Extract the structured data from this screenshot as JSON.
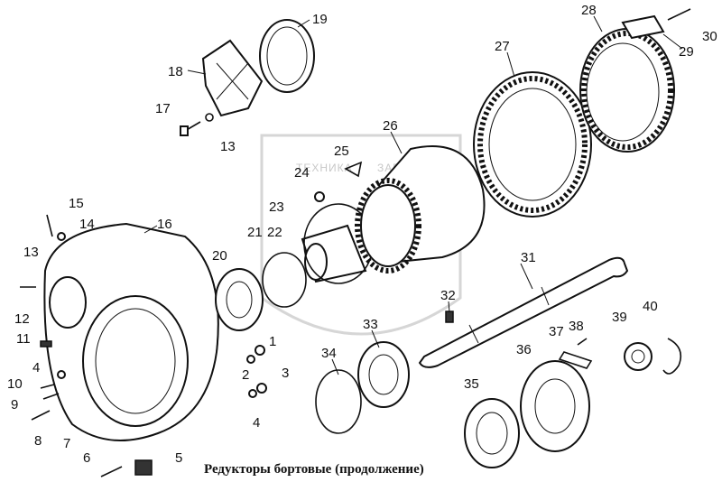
{
  "caption": "Редукторы бортовые (продолжение)",
  "watermark": {
    "text_left": "ТЕХНИКА",
    "text_right": "ЗАПЧАСТИ",
    "color": "#c8c8c8"
  },
  "labels": [
    {
      "id": "l1",
      "text": "1"
    },
    {
      "id": "l2",
      "text": "2"
    },
    {
      "id": "l3",
      "text": "3"
    },
    {
      "id": "l4a",
      "text": "4"
    },
    {
      "id": "l4b",
      "text": "4"
    },
    {
      "id": "l5",
      "text": "5"
    },
    {
      "id": "l6",
      "text": "6"
    },
    {
      "id": "l7",
      "text": "7"
    },
    {
      "id": "l8",
      "text": "8"
    },
    {
      "id": "l9",
      "text": "9"
    },
    {
      "id": "l10",
      "text": "10"
    },
    {
      "id": "l11",
      "text": "11"
    },
    {
      "id": "l12",
      "text": "12"
    },
    {
      "id": "l13a",
      "text": "13"
    },
    {
      "id": "l13b",
      "text": "13"
    },
    {
      "id": "l14",
      "text": "14"
    },
    {
      "id": "l15",
      "text": "15"
    },
    {
      "id": "l16",
      "text": "16"
    },
    {
      "id": "l17",
      "text": "17"
    },
    {
      "id": "l18",
      "text": "18"
    },
    {
      "id": "l19",
      "text": "19"
    },
    {
      "id": "l20",
      "text": "20"
    },
    {
      "id": "l21",
      "text": "21"
    },
    {
      "id": "l22",
      "text": "22"
    },
    {
      "id": "l23",
      "text": "23"
    },
    {
      "id": "l24",
      "text": "24"
    },
    {
      "id": "l25",
      "text": "25"
    },
    {
      "id": "l26",
      "text": "26"
    },
    {
      "id": "l27",
      "text": "27"
    },
    {
      "id": "l28",
      "text": "28"
    },
    {
      "id": "l29",
      "text": "29"
    },
    {
      "id": "l30",
      "text": "30"
    },
    {
      "id": "l31",
      "text": "31"
    },
    {
      "id": "l32",
      "text": "32"
    },
    {
      "id": "l33",
      "text": "33"
    },
    {
      "id": "l34",
      "text": "34"
    },
    {
      "id": "l35",
      "text": "35"
    },
    {
      "id": "l36",
      "text": "36"
    },
    {
      "id": "l37",
      "text": "37"
    },
    {
      "id": "l38",
      "text": "38"
    },
    {
      "id": "l39",
      "text": "39"
    },
    {
      "id": "l40",
      "text": "40"
    }
  ]
}
